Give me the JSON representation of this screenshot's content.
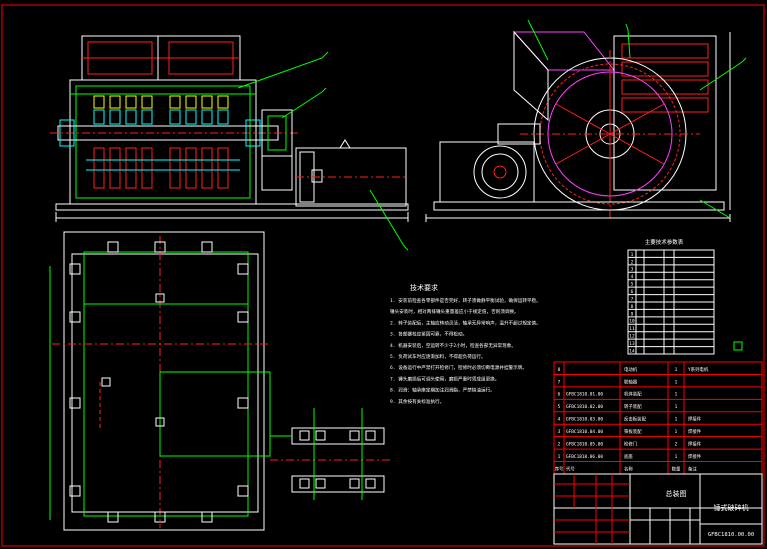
{
  "colors": {
    "background": "#000000",
    "frame": "#ff0000",
    "line_white": "#ffffff",
    "line_green": "#00ff00",
    "line_red": "#ff2020",
    "line_magenta": "#ff40ff",
    "line_cyan": "#00ffff",
    "line_yellow": "#ffff00",
    "table_text": "#ffffff"
  },
  "notes": {
    "title": "技术要求",
    "lines": [
      "1. 安装前检查各零部件是否完好，转子须做静平衡试验，确保运转平稳。",
      "   锤头安装时，相对两排锤头重量差应小于规定值，否则须调换。",
      "2. 转子装配后，主轴应转动灵活，轴承无异常响声，温升不超过规定值。",
      "3. 各部螺栓应紧固可靠，不得松动。",
      "4. 机器安装后，空运转不少于2小时，检查各部无异常现象。",
      "5. 负荷试车时应逐渐加料，不得超负荷运行。",
      "6. 设备运行中严禁打开检修门，检修时必须切断电源并挂警示牌。",
      "7. 锤头磨损后可调头使用，磨损严重时须成组更换。",
      "8. 润滑：轴承座定期加注润滑脂，严禁缺油运行。",
      "9. 其余按有关标准执行。"
    ]
  },
  "small_table": {
    "title": "主要技术参数表",
    "rows": [
      [
        "1",
        "",
        "",
        "",
        ""
      ],
      [
        "2",
        "",
        "",
        "",
        ""
      ],
      [
        "3",
        "",
        "",
        "",
        ""
      ],
      [
        "4",
        "",
        "",
        "",
        ""
      ],
      [
        "5",
        "",
        "",
        "",
        ""
      ],
      [
        "6",
        "",
        "",
        "",
        ""
      ],
      [
        "7",
        "",
        "",
        "",
        ""
      ],
      [
        "8",
        "",
        "",
        "",
        ""
      ],
      [
        "9",
        "",
        "",
        "",
        ""
      ],
      [
        "10",
        "",
        "",
        "",
        ""
      ],
      [
        "11",
        "",
        "",
        "",
        ""
      ],
      [
        "12",
        "",
        "",
        "",
        ""
      ],
      [
        "13",
        "",
        "",
        "",
        ""
      ],
      [
        "14",
        "",
        "",
        "",
        ""
      ]
    ]
  },
  "bom": {
    "rows": [
      {
        "no": "8",
        "code": "",
        "name": "电动机",
        "qty": "1",
        "remark": "Y系列电机"
      },
      {
        "no": "7",
        "code": "",
        "name": "联轴器",
        "qty": "1",
        "remark": ""
      },
      {
        "no": "6",
        "code": "GFBC1810.01.00",
        "name": "机体装配",
        "qty": "1",
        "remark": ""
      },
      {
        "no": "5",
        "code": "GFBC1810.02.00",
        "name": "转子装配",
        "qty": "1",
        "remark": ""
      },
      {
        "no": "4",
        "code": "GFBC1810.03.00",
        "name": "反击板装配",
        "qty": "1",
        "remark": "焊接件"
      },
      {
        "no": "3",
        "code": "GFBC1810.04.00",
        "name": "筛板装配",
        "qty": "1",
        "remark": "焊接件"
      },
      {
        "no": "2",
        "code": "GFBC1810.05.00",
        "name": "检修门",
        "qty": "2",
        "remark": "焊接件"
      },
      {
        "no": "1",
        "code": "GFBC1810.06.00",
        "name": "底座",
        "qty": "1",
        "remark": "焊接件"
      }
    ],
    "header": {
      "no": "序号",
      "code": "代号",
      "name": "名称",
      "qty": "数量",
      "remark": "备注"
    }
  },
  "title_block": {
    "drawing_title": "总装图",
    "machine_name": "锤式破碎机",
    "drawing_code": "GFBC1810.00.00"
  }
}
